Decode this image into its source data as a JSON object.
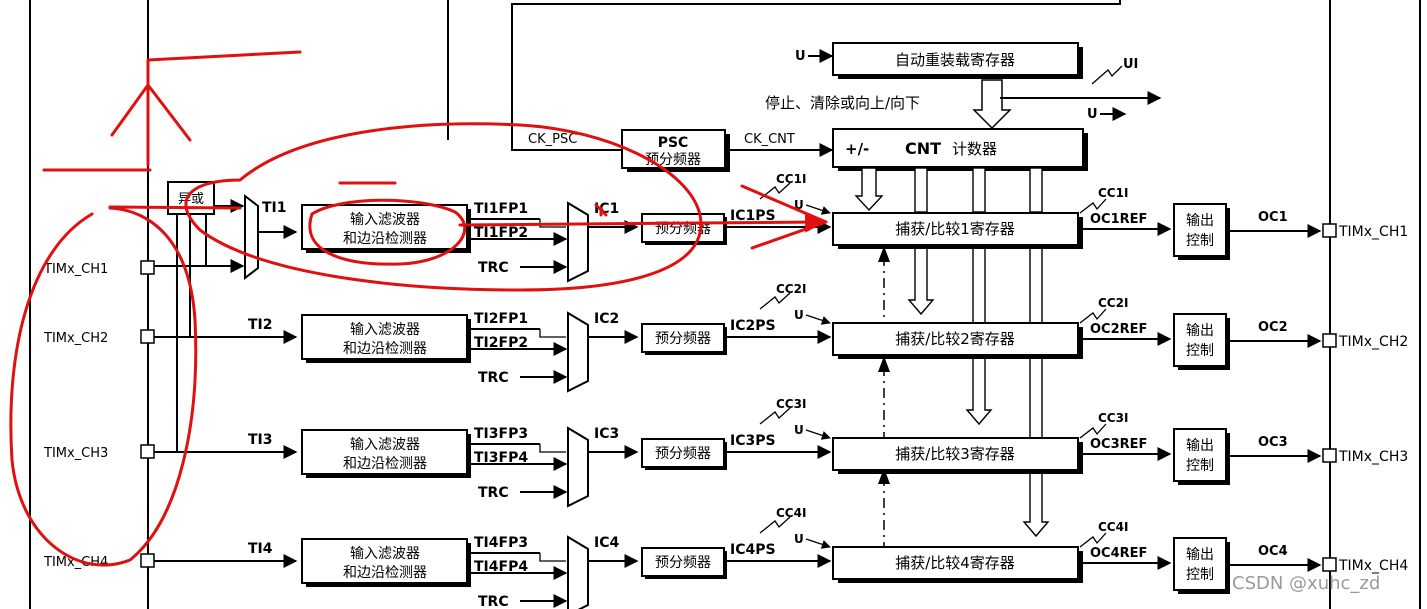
{
  "blocks": {
    "auto_reload": "自动重装载寄存器",
    "stop_clear": "停止、清除或向上/向下",
    "psc_title": "PSC",
    "psc_sub": "预分频器",
    "cnt_prefix": "+/-",
    "cnt_label": "CNT",
    "cnt_cn": "计数器",
    "xor_gate": "异或",
    "filter_l1": "输入滤波器",
    "filter_l2": "和边沿检测器",
    "prescaler": "预分频器",
    "output_l1": "输出",
    "output_l2": "控制"
  },
  "signals": {
    "ck_psc": "CK_PSC",
    "ck_cnt": "CK_CNT",
    "u": "U",
    "ui": "UI",
    "trc": "TRC"
  },
  "channels": [
    {
      "pin": "TIMx_CH1",
      "ti": "TI1",
      "fp_a": "TI1FP1",
      "fp_b": "TI1FP2",
      "ic": "IC1",
      "icps": "IC1PS",
      "cci": "CC1I",
      "cci_out": "CC1I",
      "capcomp": "捕获/比较1寄存器",
      "ocref": "OC1REF",
      "oc": "OC1",
      "out_pin": "TIMx_CH1"
    },
    {
      "pin": "TIMx_CH2",
      "ti": "TI2",
      "fp_a": "TI2FP1",
      "fp_b": "TI2FP2",
      "ic": "IC2",
      "icps": "IC2PS",
      "cci": "CC2I",
      "cci_out": "CC2I",
      "capcomp": "捕获/比较2寄存器",
      "ocref": "OC2REF",
      "oc": "OC2",
      "out_pin": "TIMx_CH2"
    },
    {
      "pin": "TIMx_CH3",
      "ti": "TI3",
      "fp_a": "TI3FP3",
      "fp_b": "TI3FP4",
      "ic": "IC3",
      "icps": "IC3PS",
      "cci": "CC3I",
      "cci_out": "CC3I",
      "capcomp": "捕获/比较3寄存器",
      "ocref": "OC3REF",
      "oc": "OC3",
      "out_pin": "TIMx_CH3"
    },
    {
      "pin": "TIMx_CH4",
      "ti": "TI4",
      "fp_a": "TI4FP3",
      "fp_b": "TI4FP4",
      "ic": "IC4",
      "icps": "IC4PS",
      "cci": "CC4I",
      "cci_out": "CC4I",
      "capcomp": "捕获/比较4寄存器",
      "ocref": "OC4REF",
      "oc": "OC4",
      "out_pin": "TIMx_CH4"
    }
  ],
  "watermark": "CSDN @xuhc_zd",
  "colors": {
    "annotation": "#e01010",
    "line": "#000000",
    "watermark": "#9a9a9a"
  }
}
